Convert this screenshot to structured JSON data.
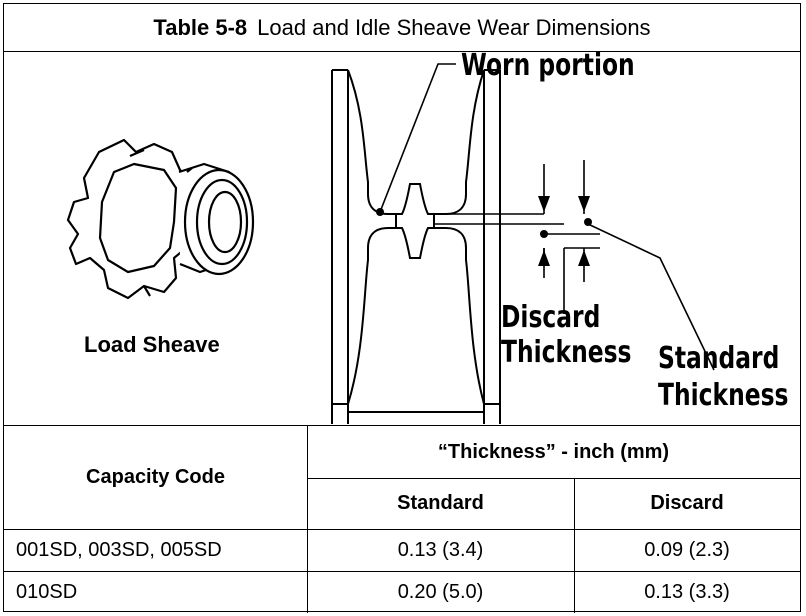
{
  "title": {
    "number": "Table 5-8",
    "text": "Load and Idle Sheave Wear Dimensions"
  },
  "figure": {
    "sheave_label": "Load Sheave",
    "worn_label": "Worn portion",
    "discard_label_1": "Discard",
    "discard_label_2": "Thickness",
    "standard_label_1": "Standard",
    "standard_label_2": "Thickness"
  },
  "table": {
    "col_capacity": "Capacity Code",
    "col_group": "“Thickness”  -  inch (mm)",
    "col_standard": "Standard",
    "col_discard": "Discard",
    "rows": [
      {
        "code": "001SD, 003SD, 005SD",
        "standard": "0.13 (3.4)",
        "discard": "0.09 (2.3)"
      },
      {
        "code": "010SD",
        "standard": "0.20 (5.0)",
        "discard": "0.13 (3.3)"
      }
    ]
  },
  "icons": [
    "load-sheave-drawing",
    "sheave-cross-section-diagram"
  ]
}
